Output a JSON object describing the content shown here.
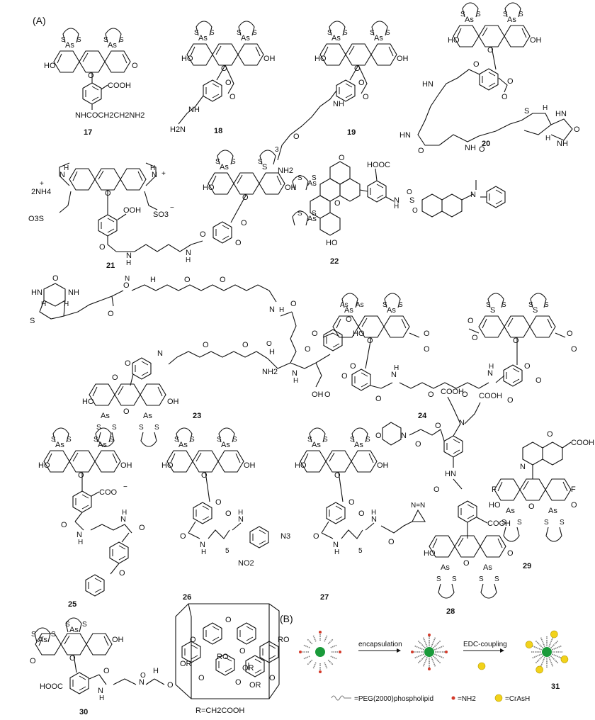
{
  "panels": {
    "a": "(A)",
    "b": "(B)"
  },
  "compounds": {
    "c17": {
      "number": "17",
      "texts": [
        "HO",
        "O",
        "O",
        "COOH",
        "NHCOCH2CH2NH2",
        "As",
        "As",
        "S",
        "S",
        "S",
        "S"
      ]
    },
    "c18": {
      "number": "18",
      "texts": [
        "HO",
        "OH",
        "O",
        "O",
        "O",
        "H2N",
        "NH",
        "As",
        "As",
        "S",
        "S",
        "S",
        "S"
      ]
    },
    "c19": {
      "number": "19",
      "texts": [
        "HO",
        "OH",
        "O",
        "O",
        "O",
        "NH",
        "O",
        "3",
        "NH2",
        "As",
        "As",
        "S",
        "S",
        "S",
        "S"
      ]
    },
    "c20": {
      "number": "20",
      "texts": [
        "HO",
        "OH",
        "O",
        "O",
        "O",
        "HN",
        "O",
        "HN",
        "O",
        "NH",
        "O",
        "S",
        "H",
        "H",
        "O",
        "HN",
        "NH",
        "As",
        "As",
        "S",
        "S",
        "S",
        "S"
      ]
    },
    "c21": {
      "number": "21",
      "texts": [
        "N",
        "N",
        "H",
        "H",
        "2NH4",
        "+",
        "+",
        "O3S",
        "SO3",
        "−",
        "O",
        "OOH",
        "O",
        "N",
        "H",
        "N",
        "H",
        "O",
        "HO",
        "OH",
        "O",
        "O",
        "O",
        "As",
        "As",
        "S",
        "S",
        "S",
        "S"
      ]
    },
    "c22": {
      "number": "22",
      "texts": [
        "O",
        "HOOC",
        "N",
        "H",
        "S",
        "O",
        "O",
        "N",
        "O",
        "HO",
        "As",
        "As",
        "S",
        "S",
        "S",
        "S"
      ]
    },
    "c23": {
      "number": "23",
      "texts": [
        "O",
        "HN",
        "NH",
        "H",
        "H",
        "S",
        "O",
        "N",
        "H",
        "O",
        "O",
        "O",
        "N",
        "H",
        "O",
        "O",
        "O",
        "N",
        "H",
        "O",
        "N",
        "H",
        "O",
        "HO",
        "OH",
        "O",
        "NH2",
        "O",
        "O",
        "HO",
        "O",
        "OH",
        "As",
        "As",
        "S",
        "S",
        "S",
        "S"
      ]
    },
    "c24": {
      "number": "24",
      "texts": [
        "O",
        "O",
        "O",
        "O",
        "O",
        "O",
        "O",
        "O",
        "O",
        "H",
        "N",
        "O",
        "O",
        "H",
        "N",
        "O",
        "O",
        "O",
        "O",
        "O",
        "O",
        "O",
        "O",
        "As",
        "As",
        "As",
        "As",
        "S",
        "S",
        "S",
        "S",
        "S",
        "S",
        "S",
        "S"
      ]
    },
    "c25": {
      "number": "25",
      "texts": [
        "HO",
        "OH",
        "O",
        "COO",
        "−",
        "O",
        "N",
        "H",
        "N",
        "H",
        "O",
        "O",
        "As",
        "As",
        "S",
        "S",
        "S",
        "S"
      ]
    },
    "c26": {
      "number": "26",
      "texts": [
        "HO",
        "OH",
        "O",
        "O",
        "O",
        "O",
        "N",
        "H",
        "5",
        "H",
        "N",
        "NO2",
        "N3",
        "As",
        "As",
        "S",
        "S",
        "S",
        "S"
      ]
    },
    "c27": {
      "number": "27",
      "texts": [
        "HO",
        "OH",
        "O",
        "O",
        "O",
        "O",
        "N",
        "H",
        "5",
        "H",
        "N",
        "O",
        "N=N",
        "As",
        "As",
        "S",
        "S",
        "S",
        "S"
      ]
    },
    "c28": {
      "number": "28",
      "texts": [
        "O",
        "N",
        "O",
        "O",
        "COOH",
        "COOH",
        "N",
        "O",
        "HN",
        "O",
        "COOH",
        "HO",
        "O",
        "O",
        "As",
        "As",
        "S",
        "S",
        "S",
        "S"
      ]
    },
    "c29": {
      "number": "29",
      "texts": [
        "O",
        "COOH",
        "N",
        "F",
        "F",
        "HO",
        "O",
        "O",
        "As",
        "As",
        "S",
        "S",
        "S",
        "S"
      ]
    },
    "c30": {
      "number": "30",
      "texts": [
        "S",
        "S",
        "As",
        "S",
        "S",
        "As",
        "OH",
        "O",
        "O",
        "HOOC",
        "O",
        "N",
        "H",
        "O",
        "N",
        "H",
        "O",
        "O",
        "RO",
        "RO",
        "OR",
        "OR",
        "OR",
        "O",
        "O",
        "O",
        "O",
        "O",
        "R=CH2COOH"
      ]
    }
  },
  "panel_b": {
    "step1_label": "encapsulation",
    "step2_label": "EDC-coupling",
    "product_number": "31",
    "legend_peg": "=PEG(2000)phospholipid",
    "legend_nh2": "=NH2",
    "legend_crash": "=CrAsH"
  },
  "colors": {
    "particle": "#1a9a3a",
    "crash": "#f2d21a",
    "nh2": "#d43a2a",
    "line": "#111111"
  }
}
